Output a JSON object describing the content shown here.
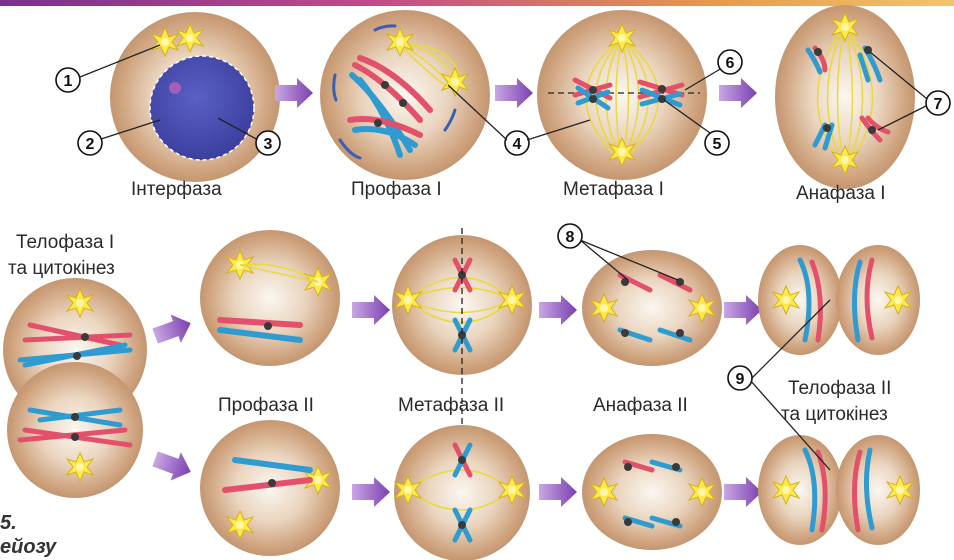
{
  "stages": {
    "interphase": "Інтерфаза",
    "prophase1": "Профаза I",
    "metaphase1": "Метафаза I",
    "anaphase1": "Анафаза I",
    "telophase1_line1": "Телофаза I",
    "telophase1_line2": "та цитокінез",
    "prophase2": "Профаза II",
    "metaphase2": "Метафаза II",
    "anaphase2": "Анафаза II",
    "telophase2_line1": "Телофаза II",
    "telophase2_line2": "та цитокінез"
  },
  "callouts": [
    "1",
    "2",
    "3",
    "4",
    "5",
    "6",
    "7",
    "8",
    "9"
  ],
  "caption": {
    "line1": "5.",
    "line2": "ейозу"
  },
  "colors": {
    "cell": "#c79a73",
    "cell_light": "#f4ece1",
    "nucleus": "#4a4fb0",
    "chrom_red": "#e2506b",
    "chrom_blue": "#2f9bd0",
    "spindle": "#e8da3a",
    "centromere": "#3a3a3a",
    "arrow": "#8a55b8"
  }
}
